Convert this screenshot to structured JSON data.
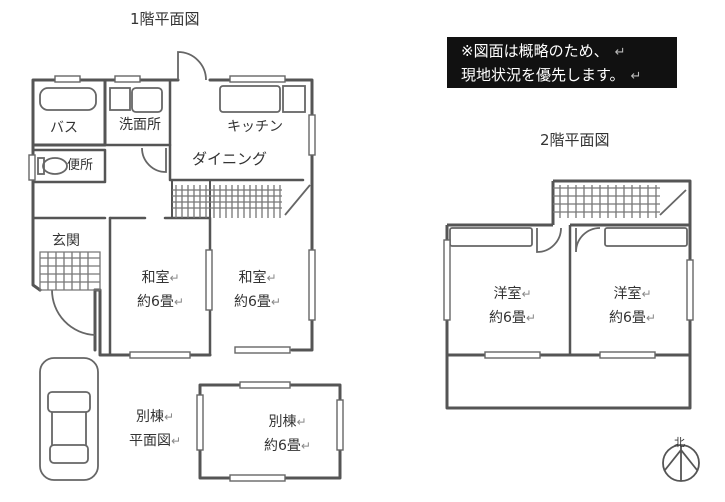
{
  "floor1": {
    "title": "1階平面図",
    "rooms": {
      "bath": "バス",
      "washroom": "洗面所",
      "kitchen": "キッチン",
      "toilet": "便所",
      "dining": "ダイニング",
      "entrance": "玄関",
      "washitsu_a_name": "和室",
      "washitsu_a_size": "約6畳",
      "washitsu_b_name": "和室",
      "washitsu_b_size": "約6畳"
    }
  },
  "annex": {
    "title_line1": "別棟",
    "title_line2": "平面図",
    "room_name": "別棟",
    "room_size": "約6畳"
  },
  "floor2": {
    "title": "2階平面図",
    "rooms": {
      "western_a_name": "洋室",
      "western_a_size": "約6畳",
      "western_b_name": "洋室",
      "western_b_size": "約6畳"
    }
  },
  "notice": {
    "line1": "※図面は概略のため、",
    "line2": "現地状況を優先します。"
  },
  "compass": {
    "label": "北"
  }
}
